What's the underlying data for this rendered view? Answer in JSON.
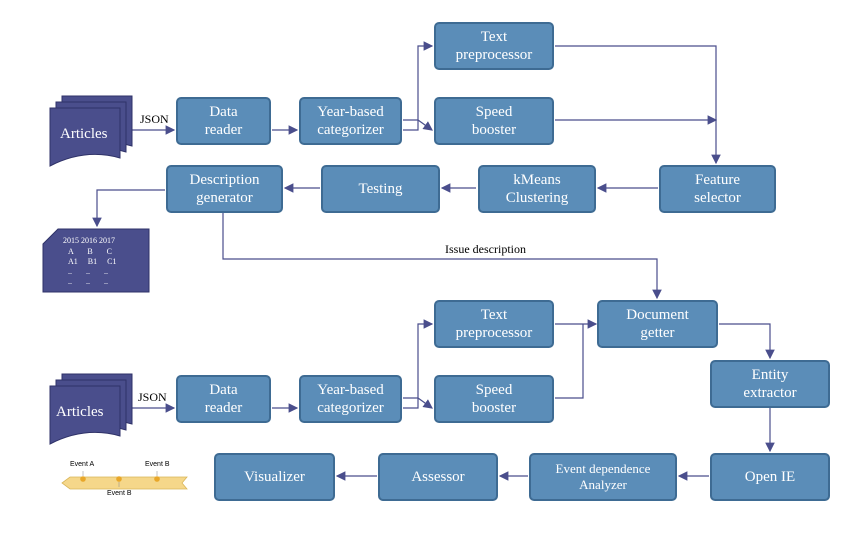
{
  "colors": {
    "box_fill": "#5b8db8",
    "box_border": "#3e6b93",
    "doc_fill": "#4a4e8c",
    "arrow": "#4a4e8c",
    "timeline": "#f5d78a"
  },
  "top": {
    "articles": "Articles",
    "json": "JSON",
    "data_reader": "Data\nreader",
    "year_categorizer": "Year-based\ncategorizer",
    "text_preprocessor": "Text\npreprocessor",
    "speed_booster": "Speed\nbooster",
    "feature_selector": "Feature\nselector",
    "kmeans": "kMeans\nClustering",
    "testing": "Testing",
    "description_generator": "Description\ngenerator",
    "table": {
      "header": "2015 2016 2017",
      "row1": "A       B       C",
      "row2": "A1     B1     C1",
      "row3": "..       ..       ..",
      "row4": "..       ..       .."
    }
  },
  "issue_description": "Issue description",
  "bottom": {
    "articles": "Articles",
    "json": "JSON",
    "data_reader": "Data\nreader",
    "year_categorizer": "Year-based\ncategorizer",
    "text_preprocessor": "Text\npreprocessor",
    "speed_booster": "Speed\nbooster",
    "document_getter": "Document\ngetter",
    "entity_extractor": "Entity\nextractor",
    "open_ie": "Open IE",
    "event_dependence": "Event dependence\nAnalyzer",
    "assessor": "Assessor",
    "visualizer": "Visualizer",
    "timeline": {
      "event_a": "Event A",
      "event_b_top": "Event B",
      "event_b_bottom": "Event B"
    }
  }
}
